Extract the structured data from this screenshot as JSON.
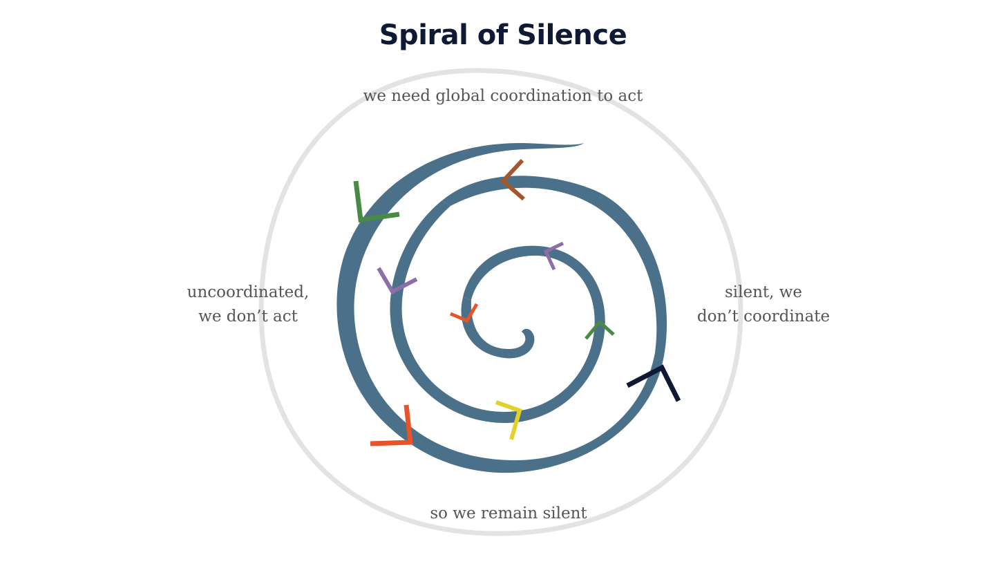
{
  "title": "Spiral of Silence",
  "labels": {
    "top": "we need global coordination to act",
    "right_line1": "silent, we",
    "right_line2": "don’t coordinate",
    "bottom": "so we remain silent",
    "left_line1": "uncoordinated,",
    "left_line2": "we don’t act"
  },
  "colors": {
    "spiral": "#4b7089",
    "outer_ring": "#e3e3e3",
    "title": "#0e1a33",
    "labels": "#555555",
    "markers": [
      "#a0582c",
      "#4a8a47",
      "#8c6fa8",
      "#8c6fa8",
      "#e8532a",
      "#4a8a47",
      "#0e1a33",
      "#e0d22a",
      "#e8532a"
    ]
  }
}
